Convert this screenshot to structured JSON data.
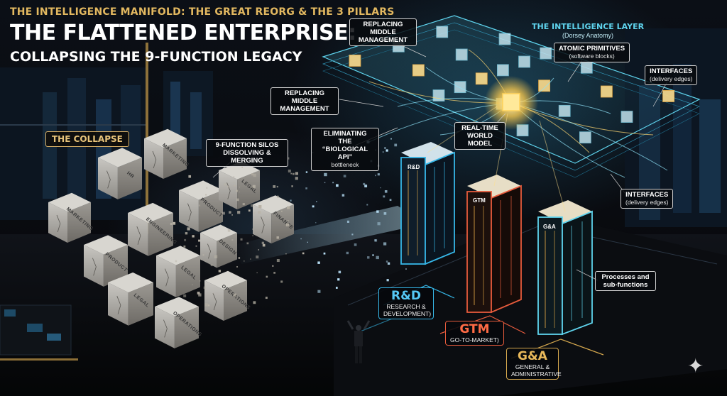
{
  "header": {
    "kicker": "THE INTELLIGENCE MANIFOLD: THE GREAT REORG & THE 3 PILLARS",
    "title": "THE FLATTENED ENTERPRISE:",
    "subtitle": "COLLAPSING THE 9-FUNCTION LEGACY"
  },
  "collapse": {
    "label": "THE COLLAPSE",
    "silos_callout": "9-FUNCTION SILOS DISSOLVING & MERGING",
    "silo_names": [
      "MARKETING",
      "HR",
      "MARKETING",
      "ENGINEERING",
      "PRODUCT",
      "LEGAL",
      "FINANCE",
      "PRODUCT",
      "LEGAL",
      "DESIGN",
      "LEGAL",
      "OPERATIONS",
      "OPERATIONS"
    ]
  },
  "intelligence_layer": {
    "title": "THE INTELLIGENCE LAYER",
    "subtitle": "(Dorsey Anatomy)",
    "atomic_primitives": {
      "main": "ATOMIC PRIMITIVES",
      "sub": "(software blocks)"
    },
    "interfaces_top": {
      "main": "INTERFACES",
      "sub": "(delivery edges)"
    },
    "interfaces_bottom": {
      "main": "INTERFACES",
      "sub": "(delivery edges)"
    },
    "replacing_top": {
      "main": "REPLACING MIDDLE MANAGEMENT"
    },
    "replacing_mid": {
      "main": "REPLACING MIDDLE MANAGEMENT"
    },
    "eliminating": {
      "main": "ELIMINATING THE “BIOLOGICAL API”",
      "sub": "bottleneck"
    },
    "world_model": {
      "main": "REAL-TIME WORLD MODEL"
    },
    "processes": {
      "main": "Processes and sub-functions"
    }
  },
  "pillars": {
    "rd": {
      "cap": "R&D",
      "label": "R&D",
      "full": "RESEARCH & DEVELOPMENT)",
      "color": "#36b7e8"
    },
    "gtm": {
      "cap": "GTM",
      "label": "GTM",
      "full": "GO-TO-MARKET)",
      "color": "#e65b3c"
    },
    "ga": {
      "cap": "G&A",
      "label": "G&A",
      "full": "GENERAL & ADMINISTRATIVE",
      "color": "#d6a84e"
    }
  },
  "icons": {
    "sparkle": "sparkle-icon"
  }
}
